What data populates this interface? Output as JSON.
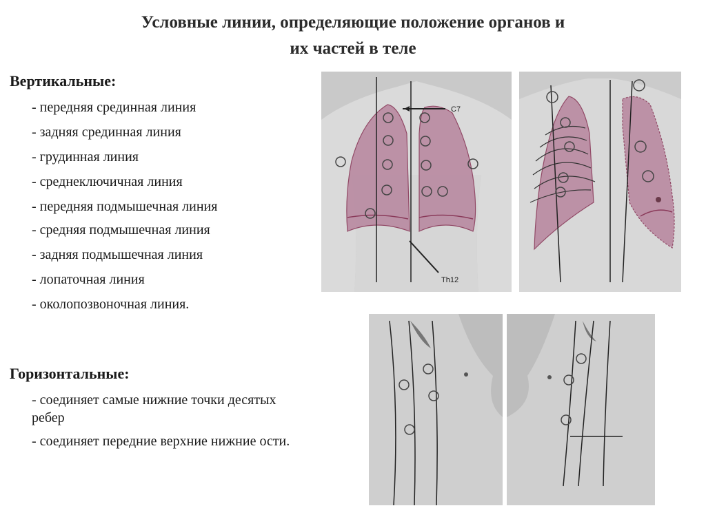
{
  "title": {
    "line1": "Условные линии, определяющие положение органов и",
    "line2": "их частей в теле"
  },
  "vertical": {
    "heading": "Вертикальные:",
    "items": [
      "- передняя срединная линия",
      "- задняя срединная линия",
      "- грудинная линия",
      "- среднеключичная линия",
      "- передняя подмышечная линия",
      "- средняя подмышечная линия",
      "- задняя подмышечная линия",
      "- лопаточная линия",
      "- околопозвоночная линия."
    ]
  },
  "horizontal": {
    "heading": "Горизонтальные:",
    "items": [
      "- соединяет самые нижние точки десятых ребер",
      "- соединяет передние верхние нижние ости."
    ]
  },
  "figures": {
    "back_labels": {
      "c7": "C7",
      "th12": "Th12"
    },
    "colors": {
      "lung_fill": "#b98aa1",
      "lung_stroke": "#8a3a5a",
      "skin": "#d2d2d2",
      "line": "#222222"
    }
  }
}
